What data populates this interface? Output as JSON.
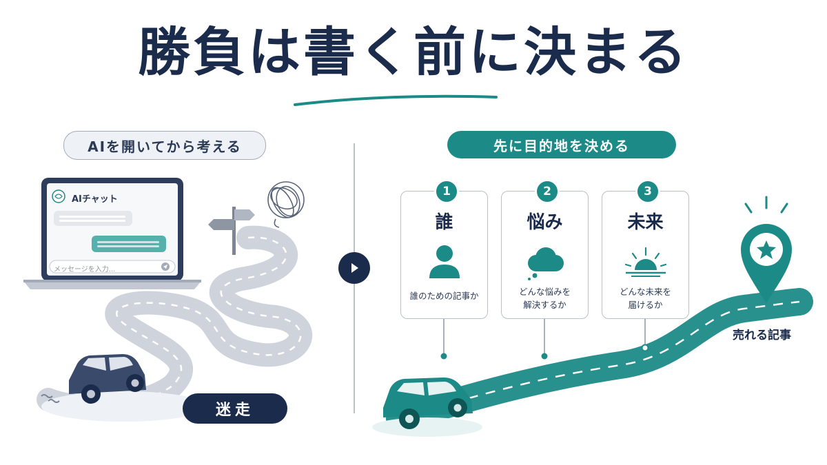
{
  "title": "勝負は書く前に決まる",
  "left": {
    "label": "AIを開いてから考える",
    "chat": {
      "title": "AIチャット",
      "input_placeholder": "メッセージを入力..."
    },
    "badge": "迷走"
  },
  "right": {
    "label": "先に目的地を決める",
    "steps": [
      {
        "number": "1",
        "title": "誰",
        "icon": "person-icon",
        "description": "誰のための記事か"
      },
      {
        "number": "2",
        "title": "悩み",
        "icon": "cloud-icon",
        "description": "どんな悩みを\n解決するか"
      },
      {
        "number": "3",
        "title": "未来",
        "icon": "sunrise-icon",
        "description": "どんな未来を\n届けるか"
      }
    ],
    "destination": "売れる記事"
  },
  "colors": {
    "navy": "#1a2b4c",
    "teal": "#1c8a87",
    "gray": "#a3aab8"
  }
}
